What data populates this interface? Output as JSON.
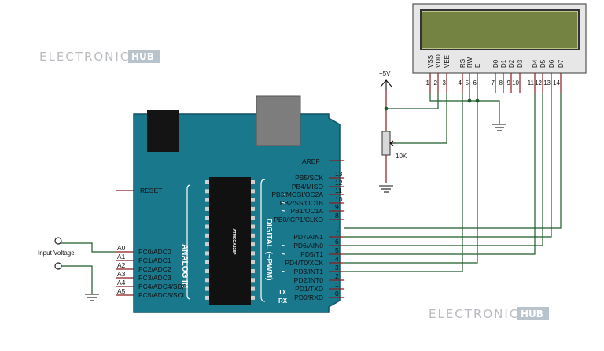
{
  "watermark": {
    "brand": "ELECTRONICS",
    "hub": "HUB"
  },
  "lcd": {
    "pin_names": [
      "VSS",
      "VDD",
      "VEE",
      "RS",
      "RW",
      "E",
      "D0",
      "D1",
      "D2",
      "D3",
      "D4",
      "D5",
      "D6",
      "D7"
    ],
    "pin_numbers": [
      "1",
      "2",
      "3",
      "4",
      "5",
      "6",
      "7",
      "8",
      "9",
      "10",
      "11",
      "12",
      "13",
      "14"
    ]
  },
  "supply": {
    "label": "+5V"
  },
  "pot": {
    "label": "10K"
  },
  "input": {
    "label": "Input Voltage"
  },
  "arduino": {
    "aref": "AREF",
    "reset": "RESET",
    "analog_title": "ANALOG IN",
    "digital_title": "DIGITAL (~PWM)",
    "chip_label": "ATMEGA328P",
    "tx": "TX",
    "rx": "RX",
    "analog_pins": [
      {
        "ext": "A0",
        "name": "PC0/ADC0"
      },
      {
        "ext": "A1",
        "name": "PC1/ADC1"
      },
      {
        "ext": "A2",
        "name": "PC2/ADC2"
      },
      {
        "ext": "A3",
        "name": "PC3/ADC3"
      },
      {
        "ext": "A4",
        "name": "PC4/ADC4/SDA"
      },
      {
        "ext": "A5",
        "name": "PC5/ADC5/SCL"
      }
    ],
    "digital_pins": [
      {
        "num": "13",
        "name": "PB5/SCK",
        "pwm": ""
      },
      {
        "num": "12",
        "name": "PB4/MISO",
        "pwm": ""
      },
      {
        "num": "11",
        "name": "PB3/MOSI/OC2A",
        "pwm": "~"
      },
      {
        "num": "10",
        "name": "PB2/SS/OC1B",
        "pwm": "~"
      },
      {
        "num": "9",
        "name": "PB1/OC1A",
        "pwm": "~"
      },
      {
        "num": "8",
        "name": "PB0/ICP1/CLKO",
        "pwm": ""
      },
      {
        "num": "7",
        "name": "PD7/AIN1",
        "pwm": ""
      },
      {
        "num": "6",
        "name": "PD6/AIN0",
        "pwm": "~"
      },
      {
        "num": "5",
        "name": "PD5/T1",
        "pwm": "~"
      },
      {
        "num": "4",
        "name": "PD4/T0/XCK",
        "pwm": ""
      },
      {
        "num": "3",
        "name": "PD3/INT1",
        "pwm": "~"
      },
      {
        "num": "2",
        "name": "PD2/INT0",
        "pwm": ""
      },
      {
        "num": "1",
        "name": "PD1/TXD",
        "pwm": ""
      },
      {
        "num": "0",
        "name": "PD0/RXD",
        "pwm": ""
      }
    ]
  }
}
